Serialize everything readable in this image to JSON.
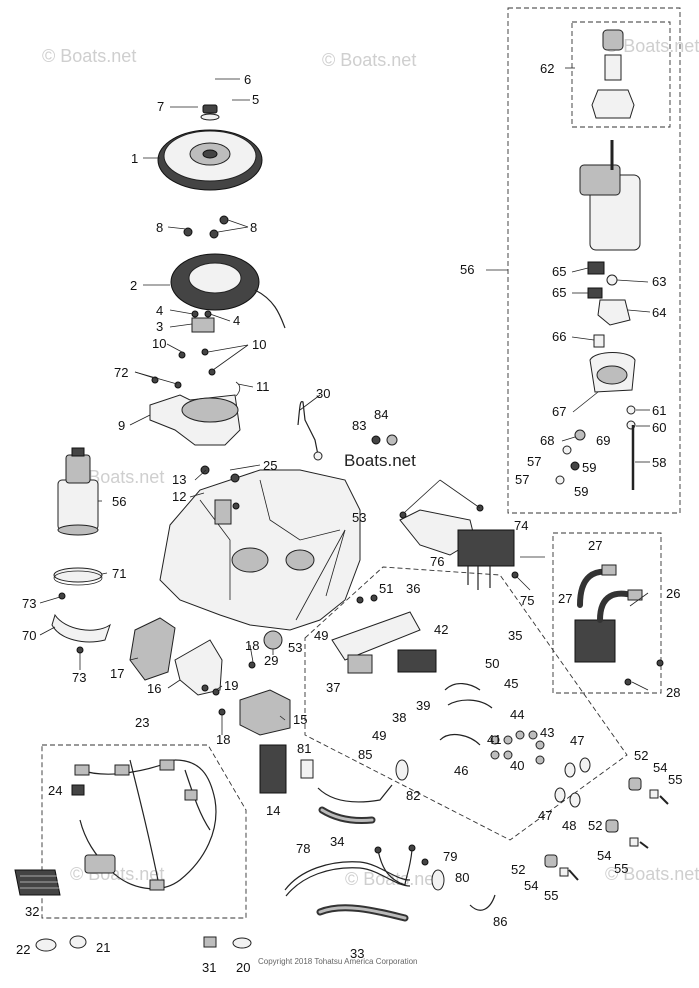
{
  "watermarks": {
    "brand": "© Boats.net",
    "center_brand": "Boats.net",
    "copyright": "Copyright 2018 Tohatsu America Corporation"
  },
  "callouts": [
    "1",
    "2",
    "3",
    "4",
    "5",
    "6",
    "7",
    "8",
    "9",
    "10",
    "11",
    "12",
    "13",
    "14",
    "15",
    "16",
    "17",
    "18",
    "19",
    "20",
    "21",
    "22",
    "23",
    "24",
    "25",
    "26",
    "27",
    "28",
    "29",
    "30",
    "31",
    "32",
    "33",
    "34",
    "35",
    "36",
    "37",
    "38",
    "39",
    "40",
    "41",
    "42",
    "43",
    "44",
    "45",
    "46",
    "47",
    "48",
    "49",
    "50",
    "51",
    "52",
    "53",
    "54",
    "55",
    "56",
    "57",
    "58",
    "59",
    "60",
    "61",
    "62",
    "63",
    "64",
    "65",
    "66",
    "67",
    "68",
    "69",
    "70",
    "71",
    "72",
    "73",
    "74",
    "75",
    "76",
    "78",
    "79",
    "80",
    "81",
    "82",
    "83",
    "84",
    "85",
    "86"
  ]
}
